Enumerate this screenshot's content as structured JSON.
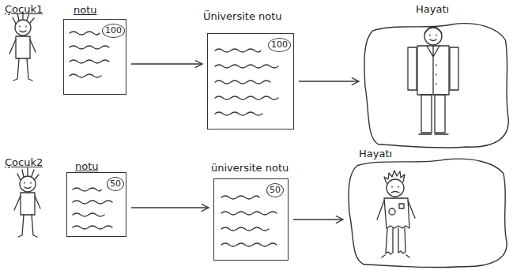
{
  "diagram": {
    "nodes": [
      {
        "text": [
          "notu",
          "100"
        ]
      },
      {
        "text": [
          "Üniversite notu",
          "100"
        ]
      },
      {
        "text": [
          "Hayatı"
        ]
      },
      {
        "text": [
          "notu",
          "50"
        ]
      },
      {
        "text": [
          "üniversite notu",
          "50"
        ]
      },
      {
        "text": [
          "Hayatı"
        ]
      }
    ],
    "edges": [
      {
        "from": 0,
        "to": 1,
        "arrow": "to"
      },
      {
        "from": 1,
        "to": 2,
        "arrow": "to"
      },
      {
        "from": 3,
        "to": 4,
        "arrow": "to"
      },
      {
        "from": 4,
        "to": 5,
        "arrow": "to"
      }
    ],
    "labels": [
      "Çocuk1",
      "Çocuk2"
    ]
  }
}
